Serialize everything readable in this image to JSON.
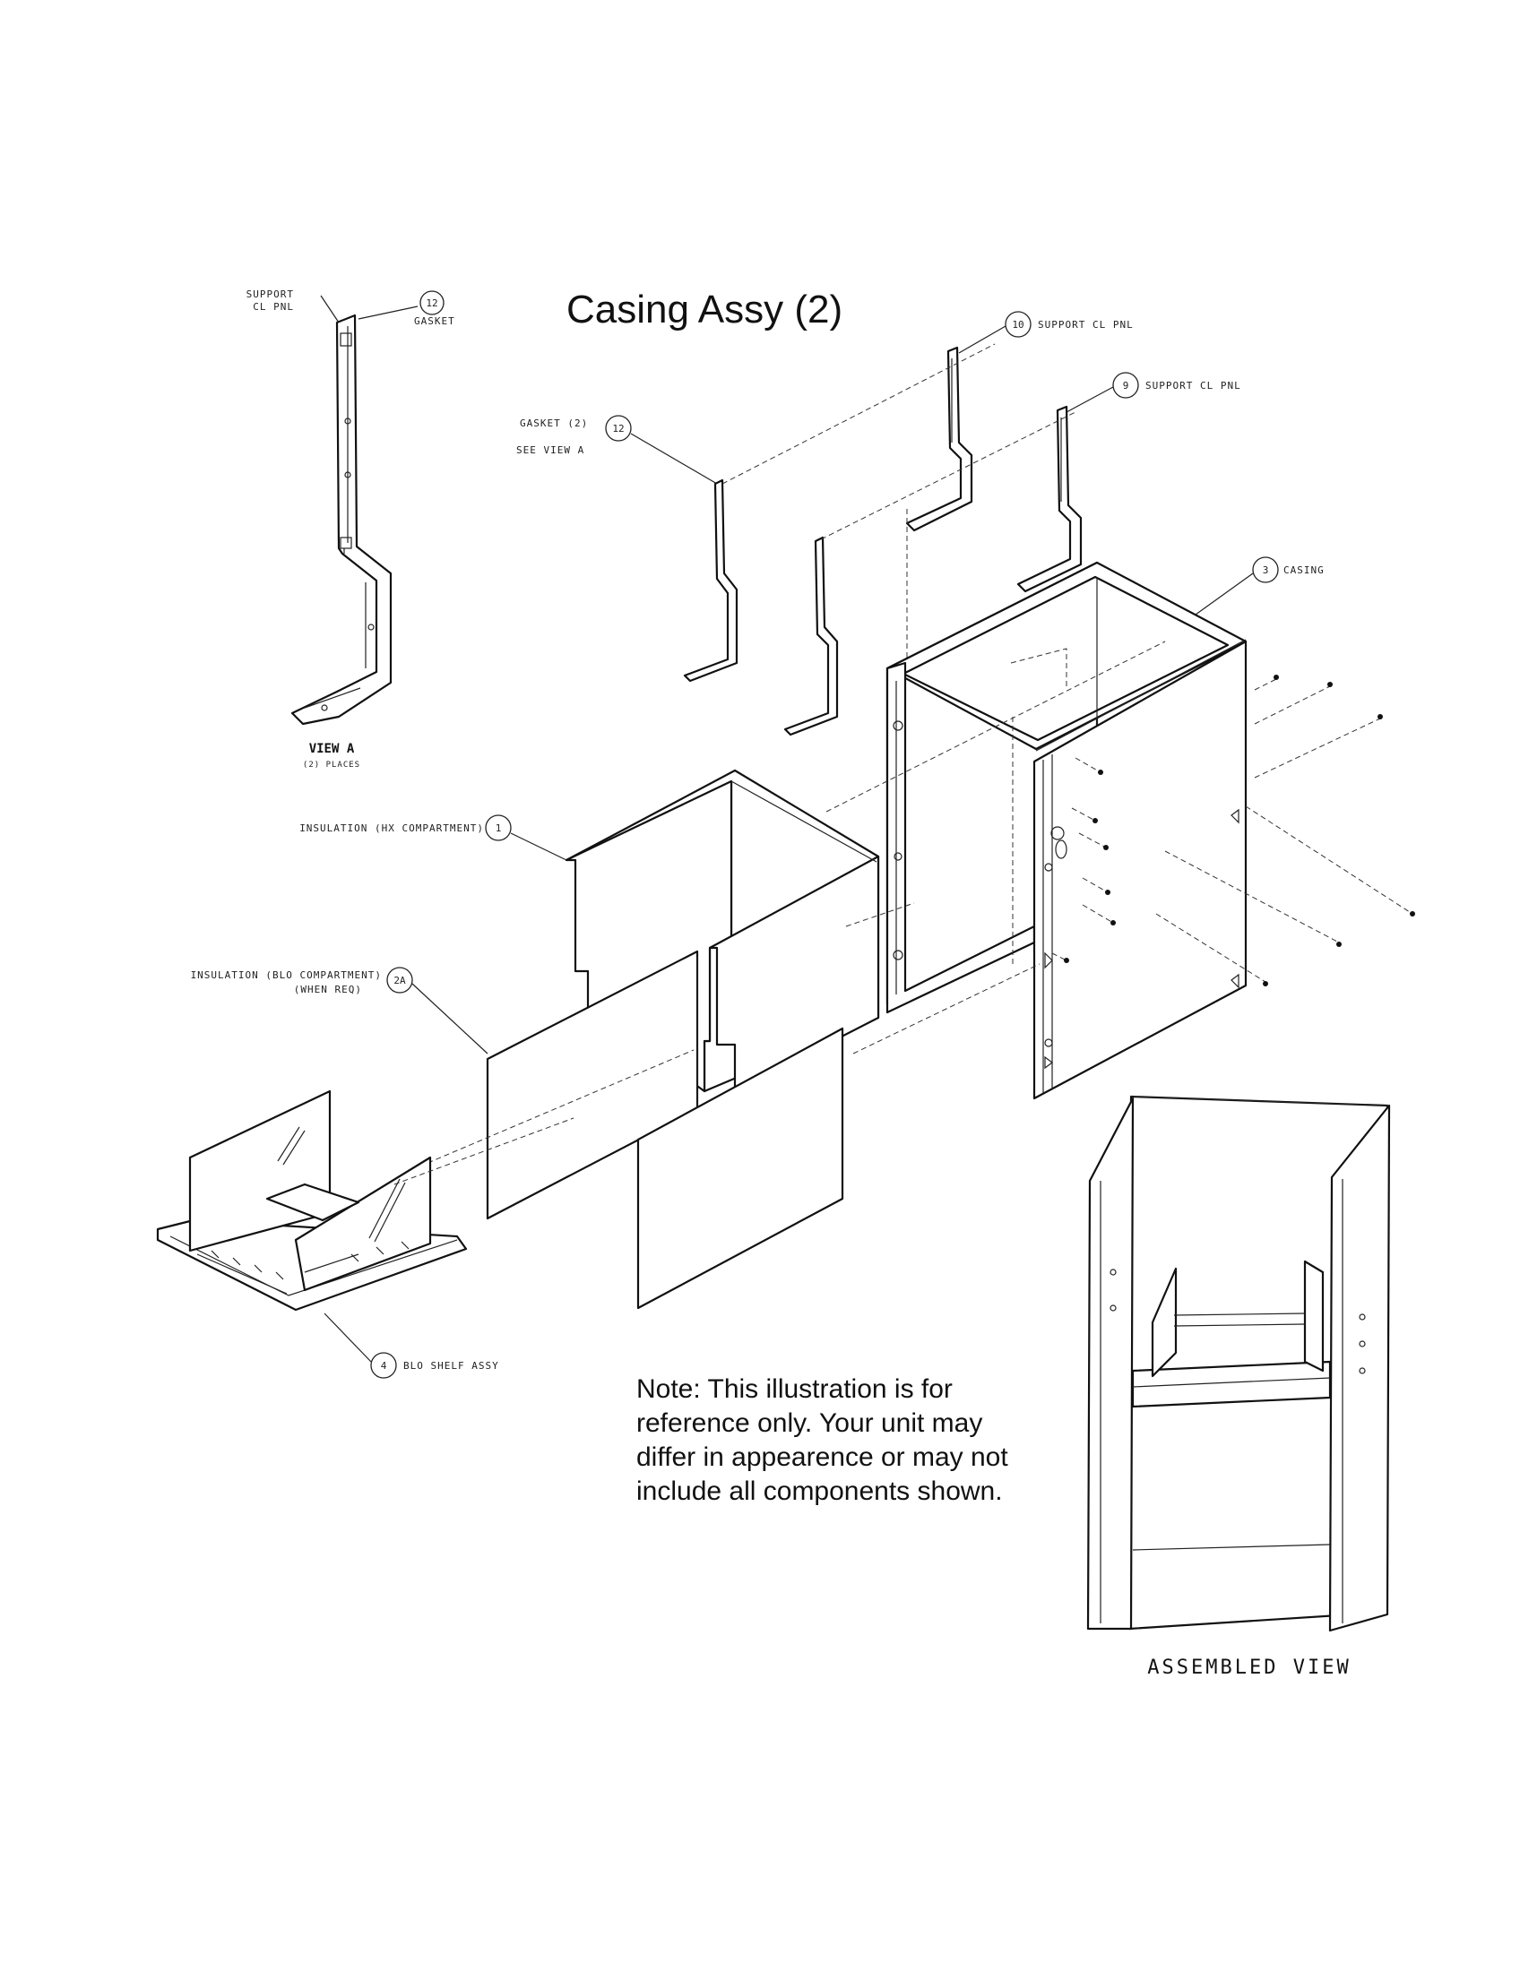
{
  "title": "Casing Assy (2)",
  "note": [
    "Note: This illustration is for",
    "reference only. Your unit may",
    "differ in appearence or may not",
    "include all components shown."
  ],
  "assembled_view_label": "ASSEMBLED VIEW",
  "view_a": {
    "label": "VIEW A",
    "sublabel": "(2) PLACES",
    "support_label_line1": "SUPPORT",
    "support_label_line2": "CL PNL",
    "gasket_num": "12",
    "gasket_label": "GASKET"
  },
  "callouts": {
    "c10": {
      "num": "10",
      "text": "SUPPORT CL PNL"
    },
    "c9": {
      "num": "9",
      "text": "SUPPORT CL PNL"
    },
    "c12": {
      "num": "12",
      "text": "GASKET (2)",
      "sub": "SEE VIEW A"
    },
    "c3": {
      "num": "3",
      "text": "CASING"
    },
    "c1": {
      "num": "1",
      "text": "INSULATION (HX COMPARTMENT)"
    },
    "c2a": {
      "num": "2A",
      "text": "INSULATION (BLO COMPARTMENT)",
      "sub": "(WHEN REQ)"
    },
    "c4": {
      "num": "4",
      "text": "BLO SHELF ASSY"
    }
  }
}
